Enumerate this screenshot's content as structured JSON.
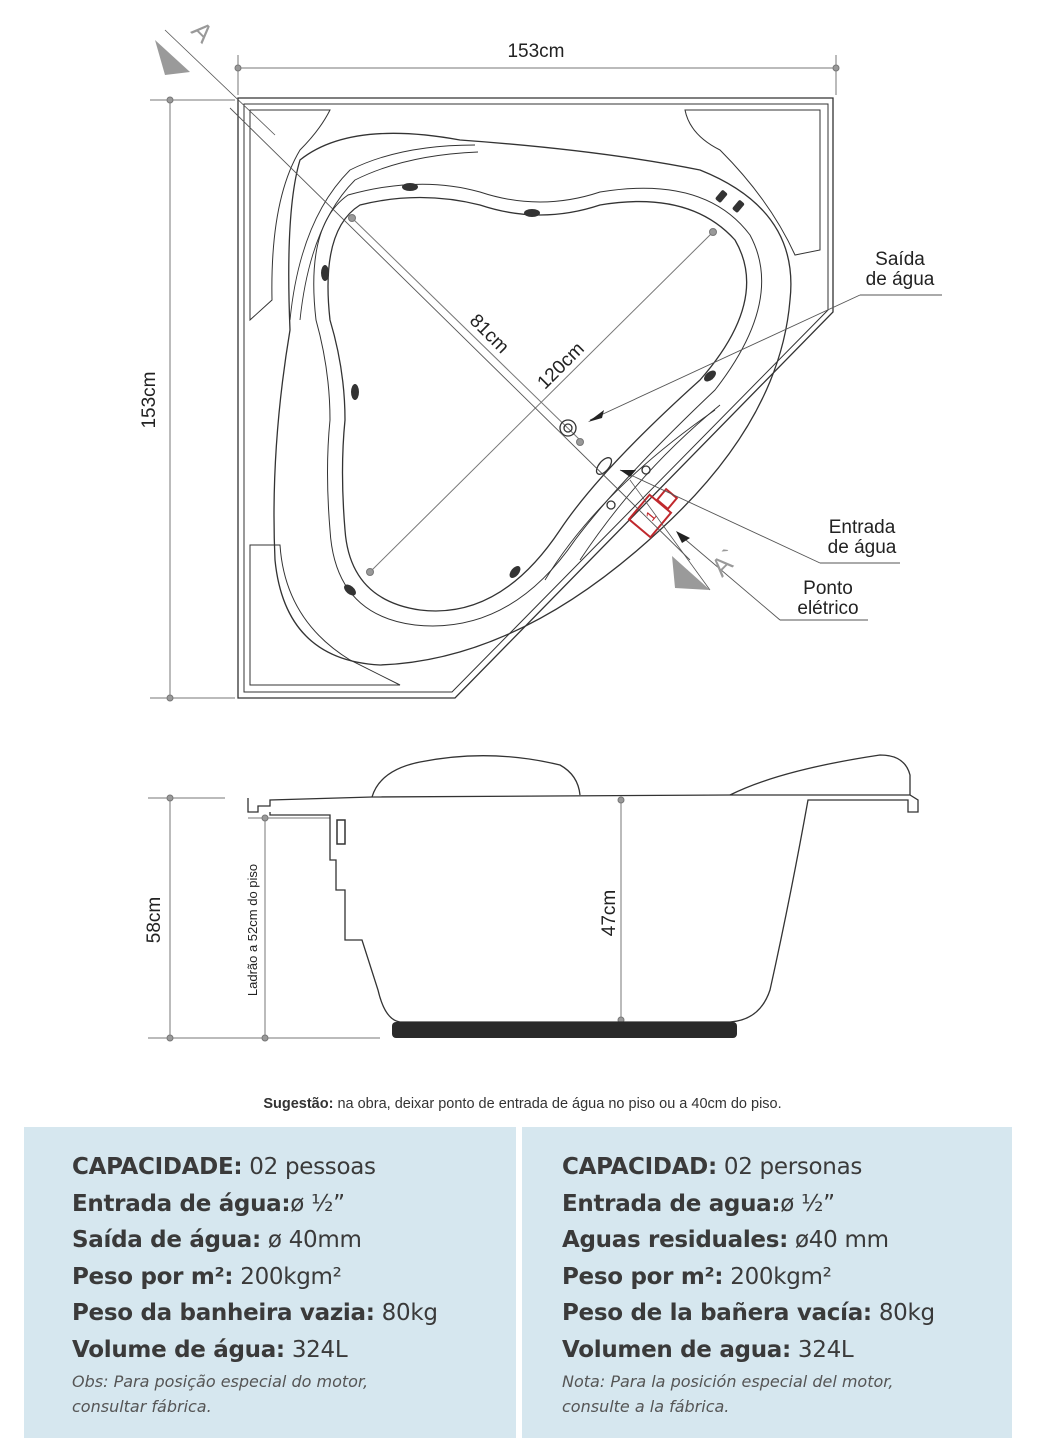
{
  "top_view": {
    "width_dim": "153cm",
    "height_dim": "153cm",
    "diag_short": "81cm",
    "diag_long": "120cm",
    "section_a": "A",
    "section_a_prime": "A`",
    "motor_label": "1",
    "saida_label": [
      "Saída",
      "de água"
    ],
    "entrada_label": [
      "Entrada",
      "de água"
    ],
    "ponto_label": [
      "Ponto",
      "elétrico"
    ]
  },
  "side_view": {
    "height_dim": "58cm",
    "depth_dim": "47cm",
    "overflow_label": "Ladrão a 52cm do piso"
  },
  "suggestion": {
    "bold": "Sugestão:",
    "text": " na obra, deixar ponto de entrada de água no piso ou a 40cm do piso."
  },
  "specs_pt": {
    "rows": [
      {
        "k": "CAPACIDADE:",
        "v": " 02 pessoas"
      },
      {
        "k": "Entrada de água:",
        "v": "ø ½”"
      },
      {
        "k": "Saída de água:",
        "v": " ø 40mm"
      },
      {
        "k": "Peso por m²:",
        "v": " 200kgm²"
      },
      {
        "k": "Peso da banheira vazia:",
        "v": " 80kg"
      },
      {
        "k": "Volume de água:",
        "v": " 324L"
      }
    ],
    "obs": [
      "Obs: Para posição especial do motor,",
      "consultar fábrica."
    ]
  },
  "specs_es": {
    "rows": [
      {
        "k": "CAPACIDAD:",
        "v": " 02 personas"
      },
      {
        "k": "Entrada de agua:",
        "v": "ø ½”"
      },
      {
        "k": "Aguas residuales:",
        "v": " ø40 mm"
      },
      {
        "k": "Peso por m²:",
        "v": " 200kgm²"
      },
      {
        "k": "Peso de la bañera vacía:",
        "v": " 80kg"
      },
      {
        "k": "Volumen de agua:",
        "v": " 324L"
      }
    ],
    "obs": [
      "Nota: Para la posición especial del motor,",
      "consulte a la fábrica."
    ]
  },
  "colors": {
    "panel": "#d6e7ef",
    "motor": "#c0282d",
    "line": "#333333"
  }
}
